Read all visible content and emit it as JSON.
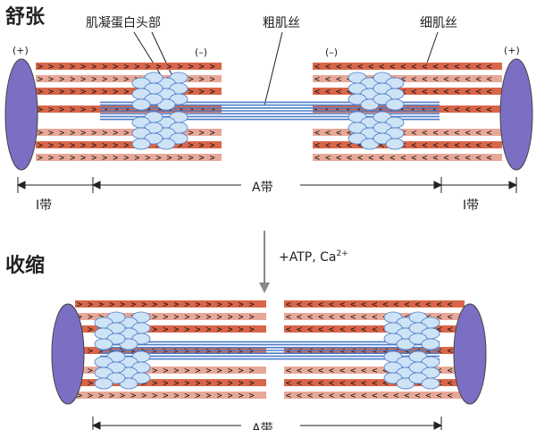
{
  "diagram": {
    "relaxed_title": "舒张",
    "contracted_title": "收缩",
    "labels": {
      "myosin_head": "肌凝蛋白头部",
      "thick_filament": "粗肌丝",
      "thin_filament": "细肌丝",
      "plus": "(+)",
      "minus": "(–)",
      "i_band": "I带",
      "a_band": "A带",
      "atp_text": "+ATP, Ca",
      "ca_sup": "2+"
    },
    "colors": {
      "thin_filament": "#d9664a",
      "thin_filament_light": "#e8a898",
      "thick_filament": "#4e7ec8",
      "myosin_head": "#cfe3f7",
      "z_disc": "#7b6fc4",
      "arrow": "#888888"
    },
    "icons": [
      "down-arrow-icon"
    ]
  }
}
